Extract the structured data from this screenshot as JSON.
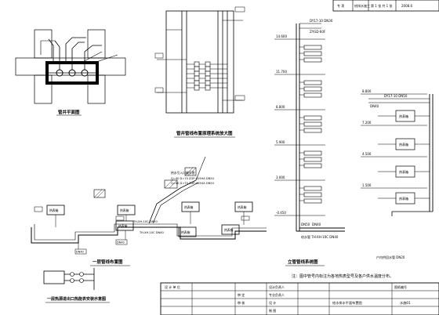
{
  "title_strip": {
    "cells": [
      "专 项",
      "给排水施工",
      "第 1 张 共 1 张",
      "2008.6"
    ]
  },
  "plan_title": "管井平面图",
  "detail_title": "管井管线布置原理系统放大图",
  "first_floor_plan_title": "一层管线布置图",
  "meter_title": "一层热源进出口热能表安装示意图",
  "riser_title": "立管管线系统图",
  "riser_levels": [
    "14.600",
    "11.700",
    "8.800",
    "5.900",
    "3.000",
    "-0.450"
  ],
  "riser_labels": {
    "inlet_a": "DY17-10  DN30",
    "inlet_b": "ZYGD-60F",
    "bottom_pipe": "给水管 TH-XH-10C  DN40",
    "riser_dn_a": "DN50",
    "riser_dn_b": "DN40"
  },
  "branch_label": "热表箱",
  "branch_levels": [
    "8.800",
    "7.200",
    "4.500",
    "1.500"
  ],
  "branch_labels": {
    "inlet_a": "DY17-10  DN50",
    "inlet_b": "DN40",
    "box": "热表箱",
    "bottom_note": "户内供回水管 DN20"
  },
  "plan_labels": {
    "entry": "热水引入口编号图",
    "spec_a": "Q=40  D=70  ZGP-025HA DN50",
    "spec_b": "Q=40  D=70  ZGP-025HA DN50",
    "main_pipe": "TH-XH-10C  DN40",
    "main_pipe_b": "TH-XH-10C  DN40",
    "box": "热表箱",
    "dn_small": "DN40"
  },
  "note": "注：图中管号内标注为各地热表型号及各户供水温度分布。",
  "title_block": {
    "rows": [
      [
        "设 计 单 位",
        "",
        "设计负责人",
        "",
        "图纸编号"
      ],
      [
        "审 定",
        "",
        "专业负责人",
        "",
        ""
      ],
      [
        "审 核",
        "",
        "设 计",
        "",
        ""
      ],
      [
        "",
        "",
        "制 图",
        "",
        "水施01"
      ]
    ],
    "project": "给水排水平面布置图",
    "drawing_no": "水施01"
  }
}
